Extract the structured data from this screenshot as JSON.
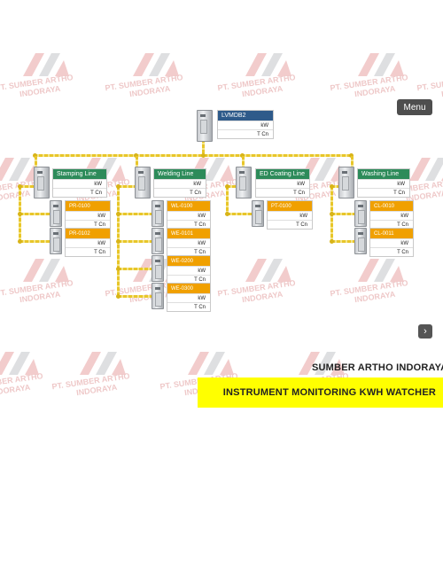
{
  "watermark": {
    "line1": "PT. SUMBER ARTHO",
    "line2": "INDORAYA"
  },
  "menu_label": "Menu",
  "next_icon": "chevron-right-icon",
  "root": {
    "title": "LVMDB2",
    "kw": "kW",
    "tcn": "T Cn"
  },
  "lines": [
    {
      "title": "Stamping Line",
      "kw": "kW",
      "tcn": "T Cn"
    },
    {
      "title": "Welding Line",
      "kw": "kW",
      "tcn": "T Cn"
    },
    {
      "title": "ED Coating Line",
      "kw": "kW",
      "tcn": "T Cn"
    },
    {
      "title": "Washing Line",
      "kw": "kW",
      "tcn": "T Cn"
    }
  ],
  "meters": {
    "stamping": [
      {
        "title": "PR-0100",
        "kw": "kW",
        "tcn": "T Cn"
      },
      {
        "title": "PR-0102",
        "kw": "kW",
        "tcn": "T Cn"
      }
    ],
    "welding": [
      {
        "title": "WL-0100",
        "kw": "kW",
        "tcn": "T Cn"
      },
      {
        "title": "WE-0101",
        "kw": "kW",
        "tcn": "T Cn"
      },
      {
        "title": "WE-0200",
        "kw": "kW",
        "tcn": "T Cn"
      },
      {
        "title": "WE-0300",
        "kw": "kW",
        "tcn": "T Cn"
      }
    ],
    "coating": [
      {
        "title": "PT-0100",
        "kw": "kW",
        "tcn": "T Cn"
      }
    ],
    "washing": [
      {
        "title": "CL-0010",
        "kw": "kW",
        "tcn": "T Cn"
      },
      {
        "title": "CL-0011",
        "kw": "kW",
        "tcn": "T Cn"
      }
    ]
  },
  "brand": "SUMBER ARTHO INDORAYA",
  "banner": "INSTRUMENT MONITORING KWH WATCHER",
  "colors": {
    "panel_header_blue": "#2e5a8a",
    "line_header_green": "#2d8b5a",
    "meter_header_orange": "#f0a000",
    "wire_yellow": "#e8c62a",
    "banner_yellow": "#ffff00"
  }
}
